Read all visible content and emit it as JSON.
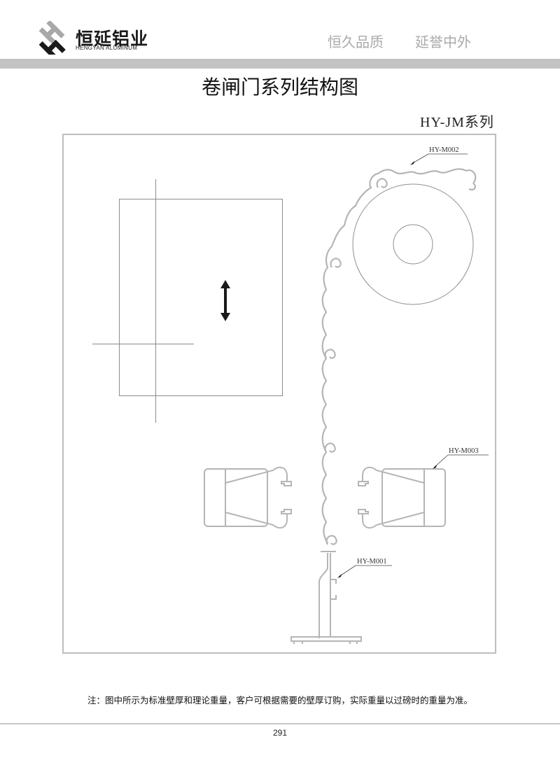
{
  "header": {
    "company_name": "恒延铝业",
    "company_name_en": "HENGYAN ALUMINUM",
    "slogan_left": "恒久品质",
    "slogan_right": "延誉中外",
    "logo_icon": "hengyan-h-logo-icon"
  },
  "page": {
    "title": "卷闸门系列结构图",
    "series_label": "HY-JM系列",
    "page_number": "291"
  },
  "drawing": {
    "parts": [
      {
        "id": "HY-M002",
        "label": "HY-M002",
        "description": "slat profile wrapped on roller"
      },
      {
        "id": "HY-M003",
        "label": "HY-M003",
        "description": "side guide rail profile"
      },
      {
        "id": "HY-M001",
        "label": "HY-M001",
        "description": "bottom bar profile"
      }
    ],
    "icons": [
      "up-down-arrow-icon"
    ]
  },
  "footer": {
    "note": "注：图中所示为标准壁厚和理论重量，客户可根据需要的壁厚订购，实际重量以过磅时的重量为准。"
  },
  "colors": {
    "header_bar": "#c3c3c3",
    "slogan": "#aaaaaa",
    "frame": "#bdbdbd",
    "profile_line": "#b5b5b5"
  }
}
